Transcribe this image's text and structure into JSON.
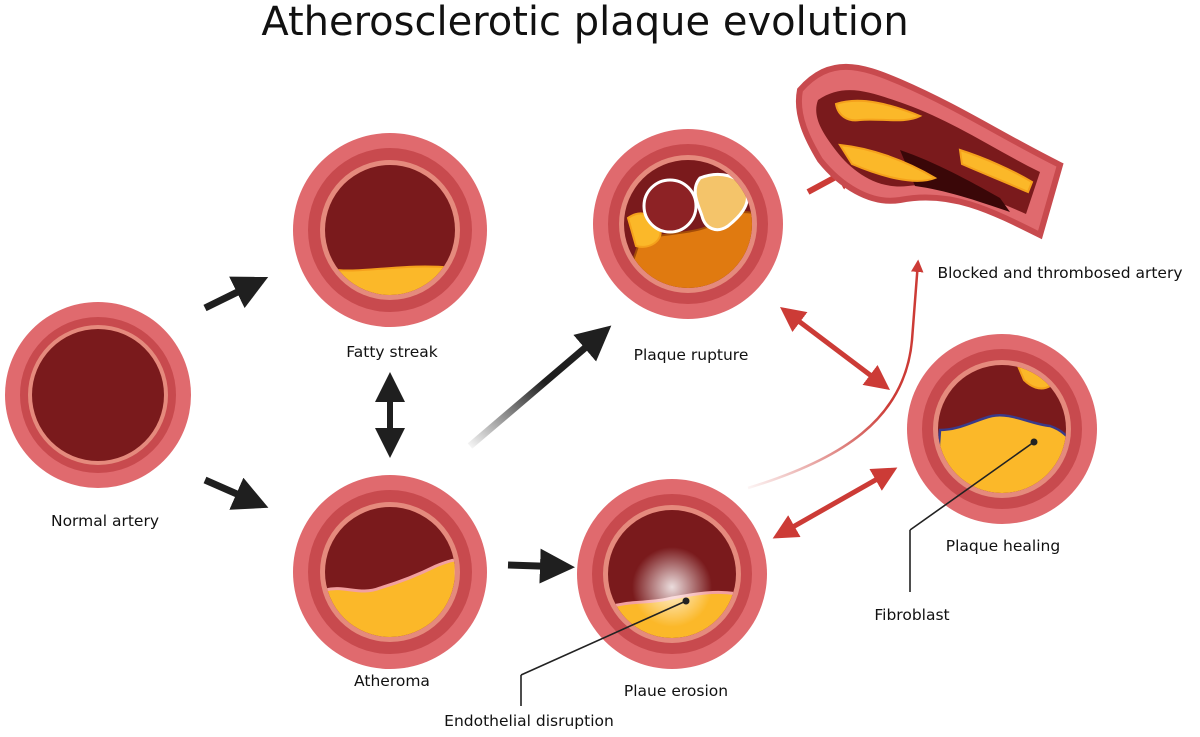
{
  "title": "Atherosclerotic plaque evolution",
  "stages": {
    "normal": "Normal artery",
    "fatty": "Fatty streak",
    "atheroma": "Atheroma",
    "erosion": "Plaue erosion",
    "rupture": "Plaque rupture",
    "healing": "Plaque healing",
    "blocked": "Blocked and thrombosed artery"
  },
  "annotations": {
    "endothelial": "Endothelial disruption",
    "fibroblast": "Fibroblast"
  },
  "colors": {
    "outer_wall": "#e06a6e",
    "media": "#c84a4e",
    "intima": "#e58a7d",
    "lumen": "#7a1a1c",
    "plaque": "#fbb829",
    "plaque_edge": "#f5a11c",
    "thrombus": "#e07a10",
    "black_arrow": "#1f1f1f",
    "red_arrow": "#cc3b36"
  }
}
